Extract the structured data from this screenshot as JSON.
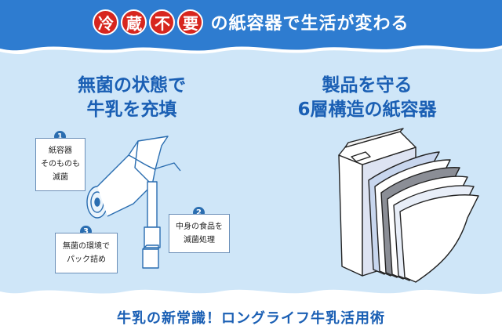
{
  "header": {
    "badges": [
      "冷",
      "蔵",
      "不",
      "要"
    ],
    "rest": "の紙容器で生活が変わる"
  },
  "left": {
    "heading_line1": "無菌の状態で",
    "heading_line2": "牛乳を充填",
    "steps": [
      {
        "num": "1",
        "lines": [
          "紙容器",
          "そのものも",
          "滅菌"
        ]
      },
      {
        "num": "2",
        "lines": [
          "中身の食品を",
          "滅菌処理"
        ]
      },
      {
        "num": "3",
        "lines": [
          "無菌の環境で",
          "パック詰め"
        ]
      }
    ]
  },
  "right": {
    "heading_line1": "製品を守る",
    "heading_line2": "6層構造の紙容器"
  },
  "footer": {
    "text": "牛乳の新常識！ロングライフ牛乳活用術"
  },
  "colors": {
    "band": "#2e7cd0",
    "panel": "#cfe6f8",
    "accent_red": "#d7261e",
    "heading_blue": "#1a5fb4"
  }
}
